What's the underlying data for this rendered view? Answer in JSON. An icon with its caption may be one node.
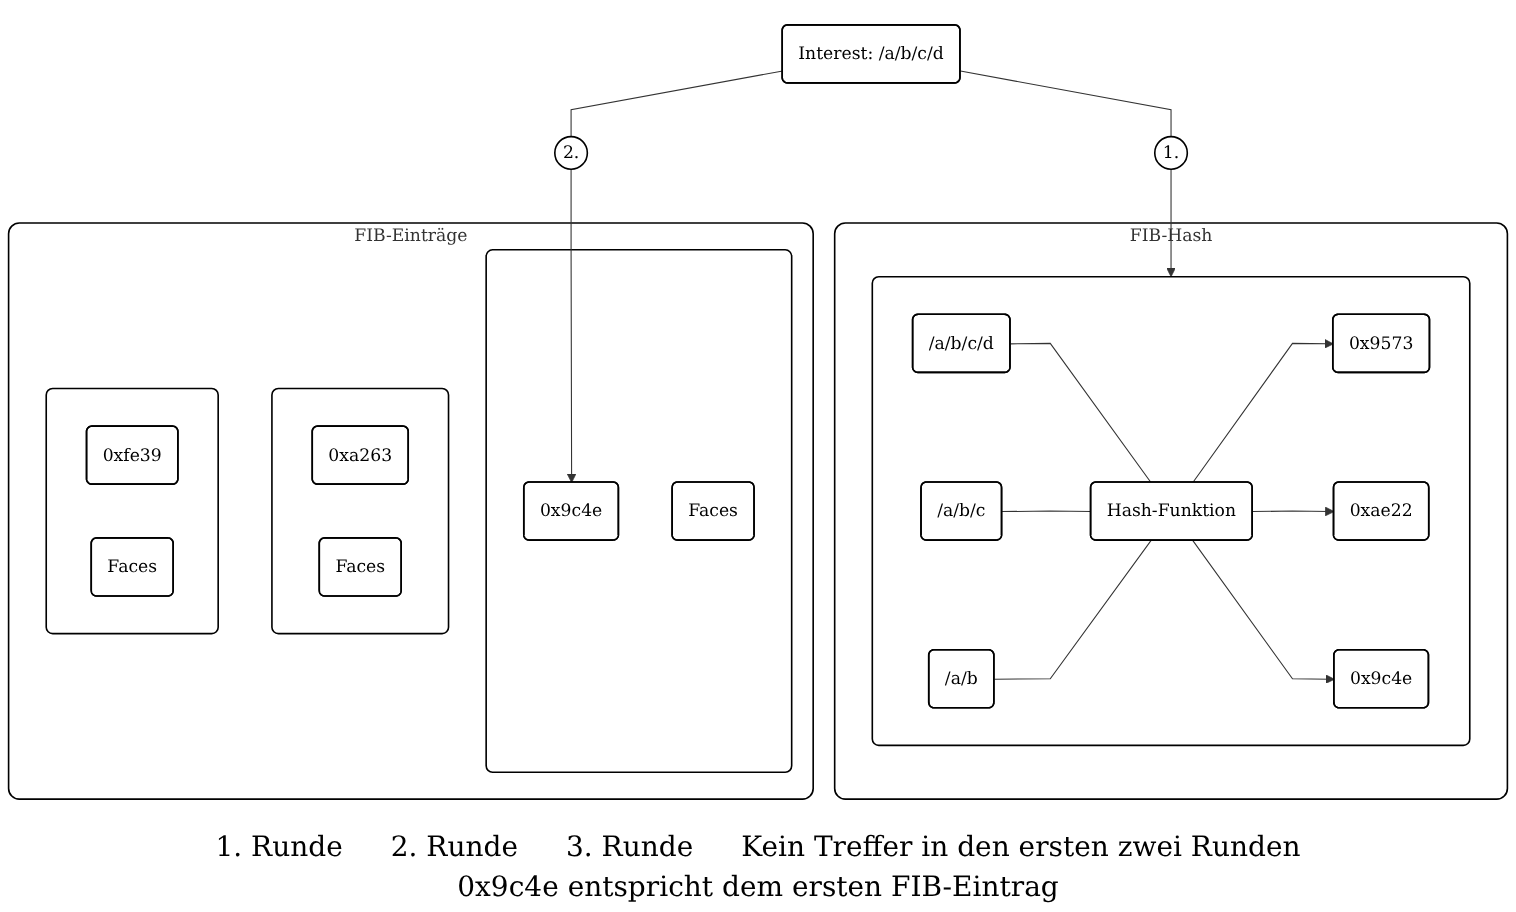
{
  "diagram": {
    "nodes": [
      {
        "text": [
          "Interest: /a/b/c/d"
        ]
      },
      {
        "text": [
          "1."
        ]
      },
      {
        "text": [
          "2."
        ]
      },
      {
        "text": [
          "FIB-Hash"
        ]
      },
      {
        "text": [],
        "shape": "box",
        "in": 3
      },
      {
        "text": [
          "/a/b/c/d"
        ],
        "in": 4
      },
      {
        "text": [
          "/a/b/c"
        ],
        "in": 4
      },
      {
        "text": [
          "/a/b"
        ],
        "in": 4
      },
      {
        "text": [
          "Hash-Funktion"
        ],
        "in": 4
      },
      {
        "text": [
          "0x9573"
        ],
        "in": 4
      },
      {
        "text": [
          "0xae22"
        ],
        "in": 4
      },
      {
        "text": [
          "0x9c4e"
        ],
        "in": 4
      },
      {
        "text": [
          "FIB-Einträge"
        ]
      },
      {
        "text": [],
        "shape": "box",
        "in": 12
      },
      {
        "text": [
          "0x9c4e"
        ],
        "in": 13
      },
      {
        "text": [
          "Faces"
        ],
        "in": 13
      },
      {
        "text": [],
        "shape": "box",
        "in": 12
      },
      {
        "text": [
          "0xa263"
        ],
        "in": 16
      },
      {
        "text": [
          "Faces"
        ],
        "in": 16
      },
      {
        "text": [],
        "shape": "box",
        "in": 12
      },
      {
        "text": [
          "0xfe39"
        ],
        "in": 19
      },
      {
        "text": [
          "Faces"
        ],
        "in": 19
      }
    ],
    "edges": [
      {
        "from": 0,
        "to": 1,
        "arrow": "none"
      },
      {
        "from": 1,
        "to": 4,
        "arrow": "to"
      },
      {
        "from": 0,
        "to": 2,
        "arrow": "none"
      },
      {
        "from": 2,
        "to": 14,
        "arrow": "to"
      },
      {
        "from": 5,
        "to": 8,
        "arrow": "none"
      },
      {
        "from": 6,
        "to": 8,
        "arrow": "none"
      },
      {
        "from": 7,
        "to": 8,
        "arrow": "none"
      },
      {
        "from": 8,
        "to": 9,
        "arrow": "to"
      },
      {
        "from": 8,
        "to": 10,
        "arrow": "to"
      },
      {
        "from": 8,
        "to": 11,
        "arrow": "to"
      }
    ],
    "labels": [
      "1. Runde",
      "2. Runde",
      "3. Runde",
      "Kein Treffer in den ersten zwei Runden",
      "0x9c4e entspricht dem ersten FIB-Eintrag"
    ]
  }
}
